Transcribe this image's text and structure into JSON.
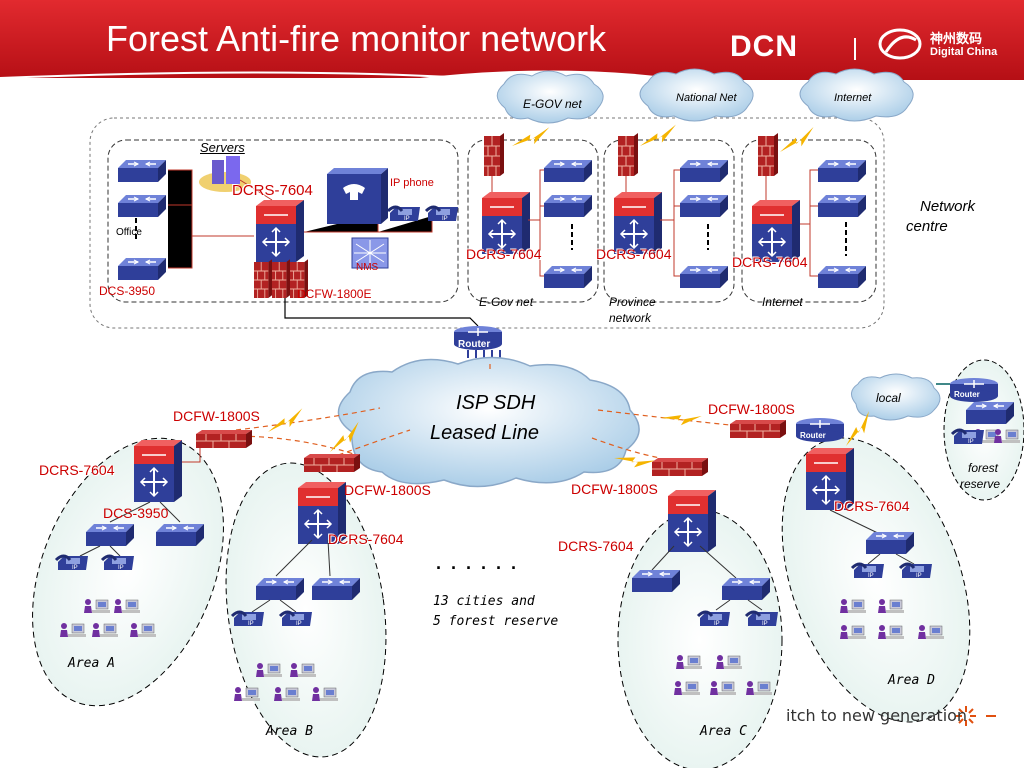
{
  "title": "Forest Anti-fire monitor network",
  "logo": {
    "dcn": "DCN",
    "cn": "神州数码",
    "en": "Digital China",
    "tagline": "itch to new generation"
  },
  "clouds": {
    "egov": "E-GOV net",
    "national": "National Net",
    "internet": "Internet",
    "isp_line1": "ISP SDH",
    "isp_line2": "Leased Line",
    "local": "local"
  },
  "centre": {
    "servers": "Servers",
    "ip_phone": "IP phone",
    "office": "Office",
    "dcrs_core": "DCRS-7604",
    "dcs": "DCS-3950",
    "fw": "DCFW-1800E",
    "nms": "NMS",
    "network_centre_1": "Network",
    "network_centre_2": "centre",
    "egov_box_label": "E-Gov net",
    "egov_box_dcrs": "DCRS-7604",
    "province_label_1": "Province",
    "province_label_2": "network",
    "province_dcrs": "DCRS-7604",
    "internet_label": "Internet",
    "internet_dcrs": "DCRS-7604"
  },
  "router": "Router",
  "areas": {
    "a": {
      "name": "Area A",
      "fw": "DCFW-1800S",
      "dcrs": "DCRS-7604",
      "dcs": "DCS-3950"
    },
    "b": {
      "name": "Area B",
      "fw": "DCFW-1800S",
      "dcrs": "DCRS-7604"
    },
    "c": {
      "name": "Area C",
      "fw": "DCFW-1800S",
      "dcrs": "DCRS-7604"
    },
    "d": {
      "name": "Area D",
      "fw": "DCFW-1800S",
      "dcrs": "DCRS-7604",
      "router": "Router"
    }
  },
  "forest_reserve_1": "forest",
  "forest_reserve_2": "reserve",
  "reserve_router": "Router",
  "dots": "· · · · · ·",
  "note_line1": "13 cities and",
  "note_line2": "5 forest reserve",
  "ip_tag": "IP",
  "colors": {
    "header_red": "#d11a1f",
    "switch_blue": "#2f3f9a",
    "firewall_red": "#b22222",
    "dashed_orange": "#e06020",
    "text_red": "#cc0000"
  }
}
